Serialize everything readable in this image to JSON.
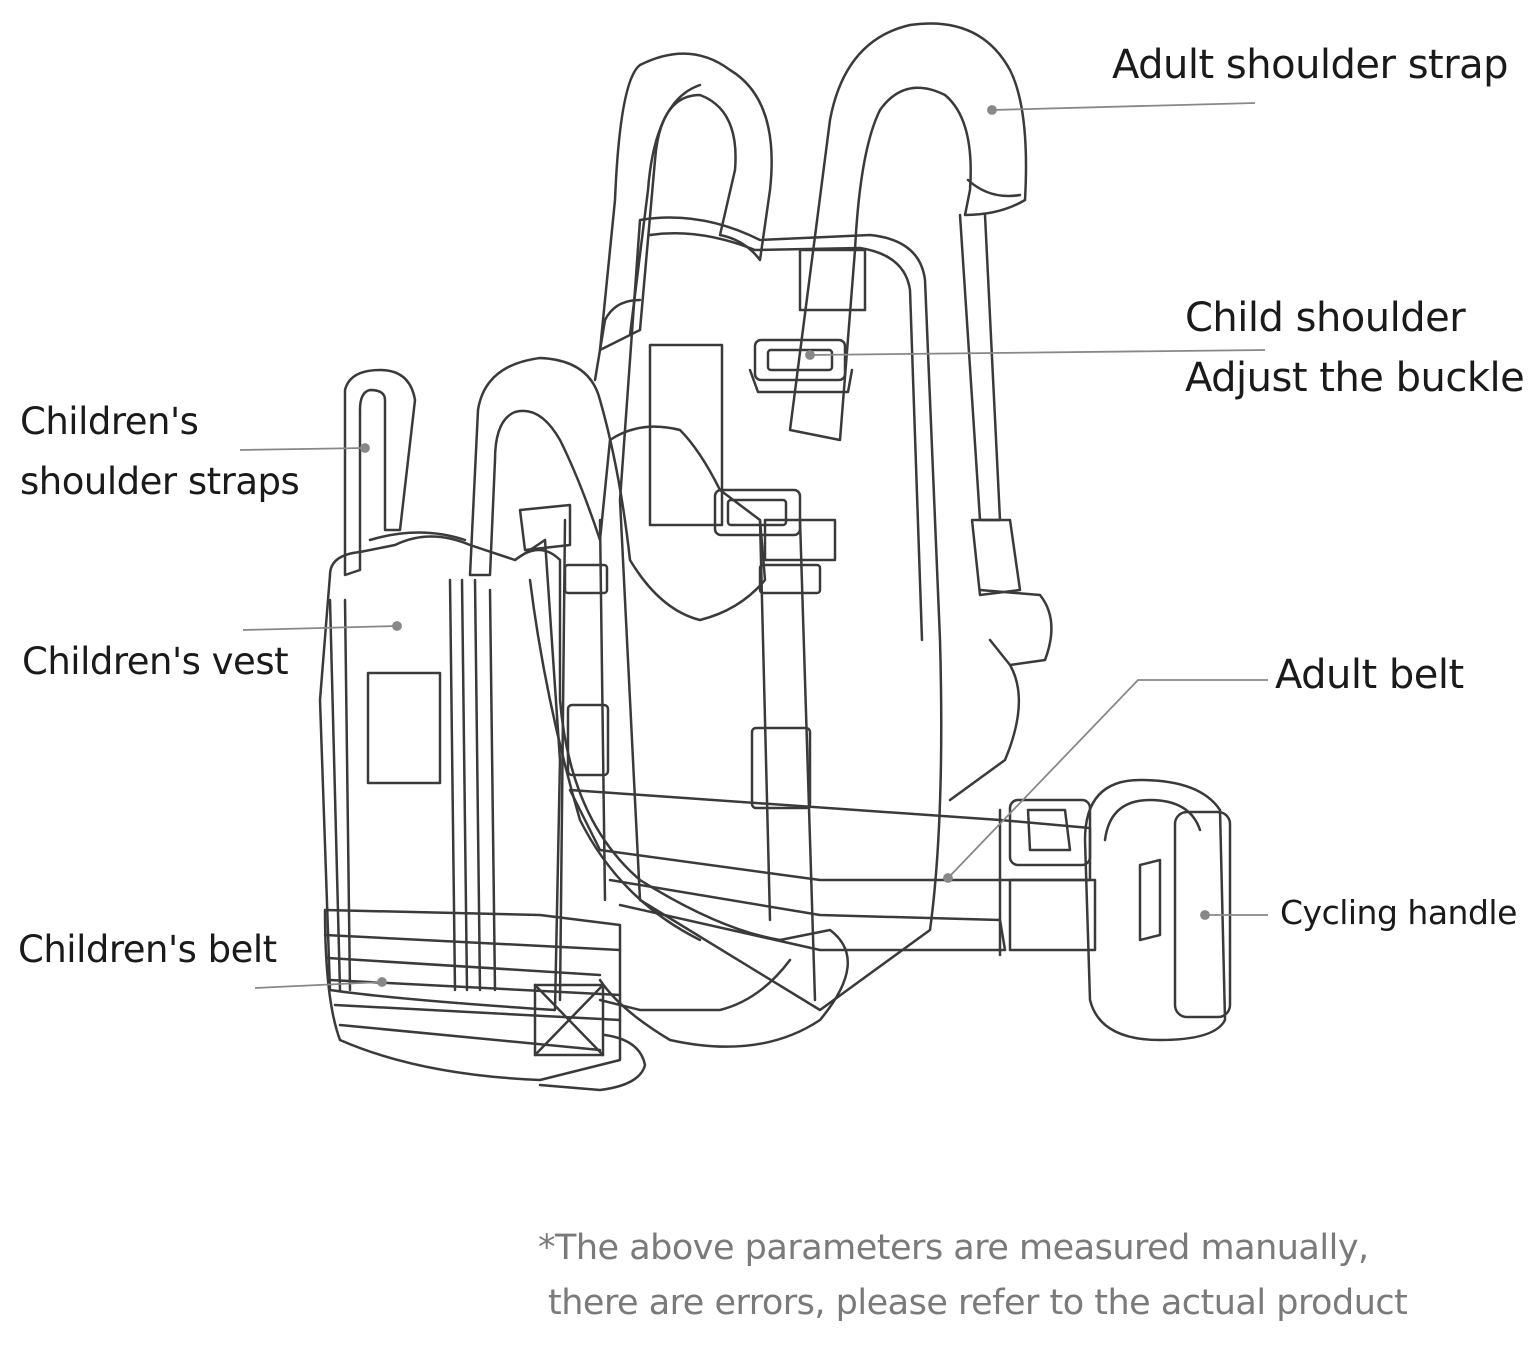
{
  "labels": {
    "adult_shoulder_strap": "Adult shoulder strap",
    "child_shoulder_line1": "Child shoulder",
    "child_shoulder_line2": "Adjust the buckle",
    "childrens_shoulder_straps_line1": "Children's",
    "childrens_shoulder_straps_line2": "shoulder straps",
    "childrens_vest": "Children's vest",
    "adult_belt": "Adult belt",
    "cycling_handle": "Cycling handle",
    "childrens_belt": "Children's belt"
  },
  "note": {
    "line1": "*The above parameters are measured manually,",
    "line2": "there are errors, please refer to the actual product"
  },
  "colors": {
    "outline": "#3a3a3a",
    "leader_line": "#888888",
    "label_text": "#1a1a1a",
    "note_text": "#7a7a7a"
  }
}
